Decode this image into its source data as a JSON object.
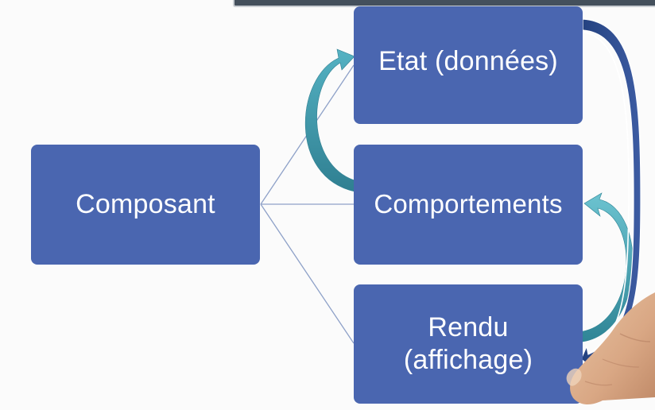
{
  "diagram": {
    "root": {
      "label": "Composant"
    },
    "children": [
      {
        "id": "etat",
        "label": "Etat (données)"
      },
      {
        "id": "comportements",
        "label": "Comportements"
      },
      {
        "id": "rendu",
        "label_line1": "Rendu",
        "label_line2": "(affichage)"
      }
    ]
  },
  "colors": {
    "box": "#4a66b0",
    "box_text": "#ffffff",
    "connector": "#8ea1c8",
    "teal_arrow": "#3a8d9f",
    "navy_arrow": "#2f4d8f",
    "background": "#fbfbfb"
  }
}
